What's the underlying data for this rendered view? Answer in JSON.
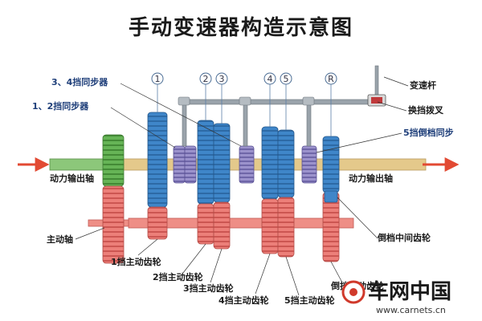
{
  "title": "手动变速器构造示意图",
  "labels": {
    "sync34": "3、4挡同步器",
    "sync12": "1、2挡同步器",
    "shift_lever": "变速杆",
    "shift_fork": "换挡拨叉",
    "sync5r": "5挡倒档同步",
    "output_left": "动力输出轴",
    "output_right": "动力输出轴",
    "main_shaft": "主动轴",
    "reverse_idler": "倒档中间齿轮",
    "gear1": "1挡主动齿轮",
    "gear2": "2挡主动齿轮",
    "gear3": "3挡主动齿轮",
    "gear4": "4挡主动齿轮",
    "gear5": "5挡主动齿轮",
    "gearR": "倒挡主动齿轮"
  },
  "gear_numbers": [
    "1",
    "2",
    "3",
    "4",
    "5",
    "R"
  ],
  "watermark": {
    "cn": "车网中国",
    "url": "www.carnets.cn"
  },
  "colors": {
    "blue": "#3f86c9",
    "red": "#e8706c",
    "green": "#5fae4f",
    "purple": "#8f86c4",
    "shaft_tan": "#e4c98b",
    "arrow": "#e24a33",
    "rail": "#9aa3ab"
  }
}
